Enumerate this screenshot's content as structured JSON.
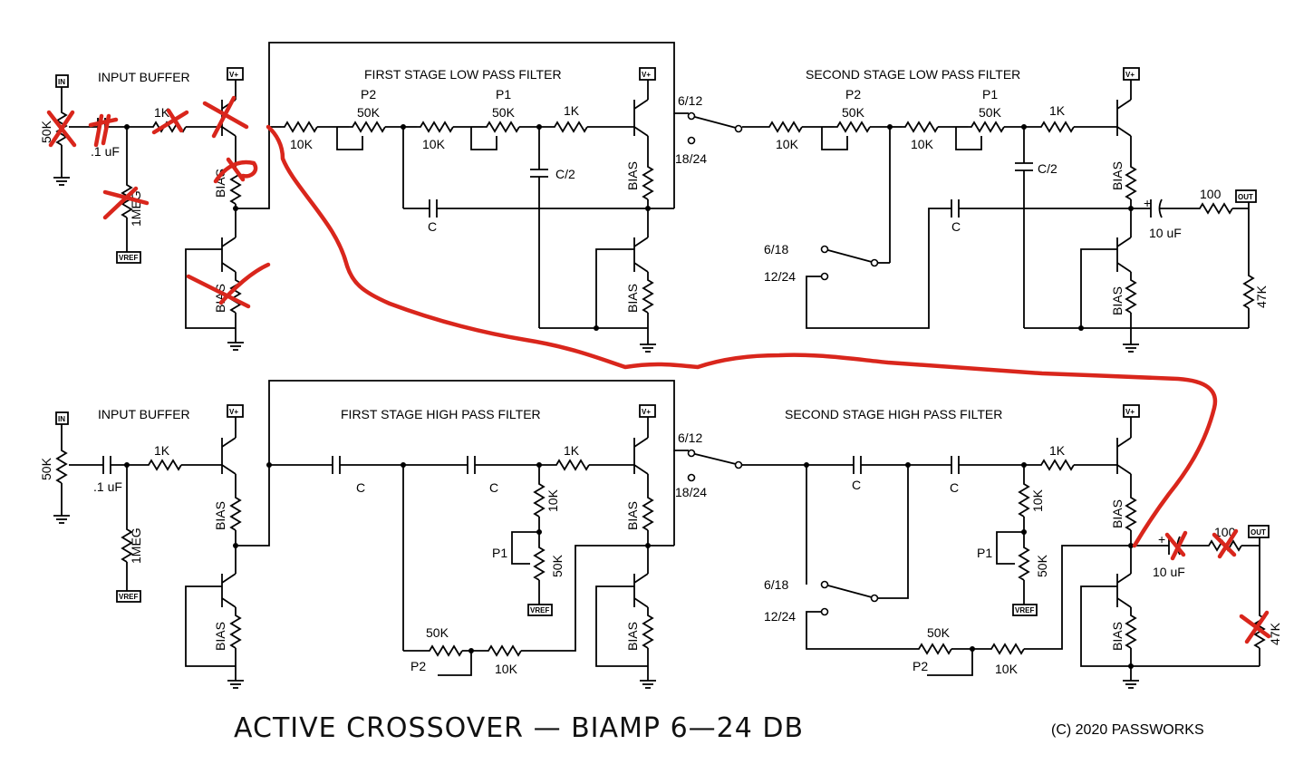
{
  "title": "ACTIVE CROSSOVER — BIAMP 6—24 DB",
  "copyright": "(C) 2020 PASSWORKS",
  "colors": {
    "ink": "#000000",
    "markup": "#d9261c",
    "background": "#ffffff"
  },
  "low_pass": {
    "buffer_title": "INPUT BUFFER",
    "stage1_title": "FIRST STAGE LOW PASS FILTER",
    "stage2_title": "SECOND STAGE LOW PASS FILTER",
    "in_tag": "IN",
    "out_tag": "OUT",
    "vplus": "V+",
    "vref": "VREF",
    "pot_in": "50K",
    "cap_in": ".1 uF",
    "r_series": "1K",
    "r_bias_in": "1MEG",
    "bias": "BIAS",
    "r10k": "10K",
    "p1": "P1",
    "p2": "P2",
    "pot50k": "50K",
    "c": "C",
    "c_half": "C/2",
    "sw_6_12": "6/12",
    "sw_18_24": "18/24",
    "sw_6_18": "6/18",
    "sw_12_24": "12/24",
    "r_out": "100",
    "c_out": "10 uF",
    "r_load": "47K",
    "plus": "+"
  },
  "high_pass": {
    "buffer_title": "INPUT BUFFER",
    "stage1_title": "FIRST STAGE HIGH PASS FILTER",
    "stage2_title": "SECOND STAGE HIGH PASS FILTER",
    "in_tag": "IN",
    "out_tag": "OUT",
    "vplus": "V+",
    "vref": "VREF",
    "pot_in": "50K",
    "cap_in": ".1 uF",
    "r_series": "1K",
    "r_bias_in": "1MEG",
    "bias": "BIAS",
    "r10k": "10K",
    "p1": "P1",
    "p2": "P2",
    "pot50k": "50K",
    "c": "C",
    "sw_6_12": "6/12",
    "sw_18_24": "18/24",
    "sw_6_18": "6/18",
    "sw_12_24": "12/24",
    "r_out": "100",
    "c_out": "10 uF",
    "r_load": "47K",
    "plus": "+"
  }
}
